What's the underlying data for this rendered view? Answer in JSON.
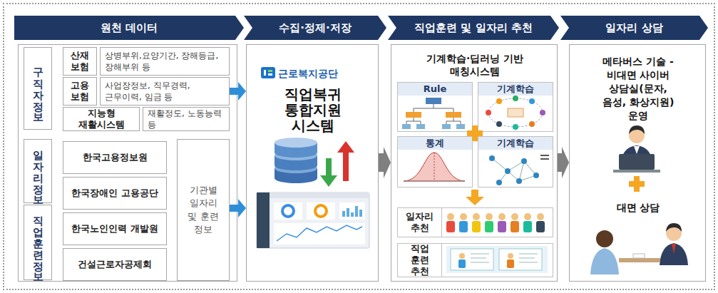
{
  "diagram": {
    "nodes": [
      {
        "text": [
          "원천 데이터"
        ]
      },
      {
        "text": [
          "수집·정제·저장"
        ]
      },
      {
        "text": [
          "직업훈련 및 일자리 추천"
        ]
      },
      {
        "text": [
          "일자리 상담"
        ]
      },
      {
        "text": [
          "구직자정보"
        ]
      },
      {
        "text": [
          "산재 보험"
        ]
      },
      {
        "text": [
          "상병부위,요양기간, 장해등급,장해부위 등"
        ]
      },
      {
        "text": [
          "고용 보험"
        ]
      },
      {
        "text": [
          "사업장정보, 직무경력, 근무이력, 임금 등"
        ]
      },
      {
        "text": [
          "지능형 재활시스템"
        ]
      },
      {
        "text": [
          "재활정도, 노동능력 등"
        ]
      },
      {
        "text": [
          "일자리정보"
        ]
      },
      {
        "text": [
          "직업훈련정보"
        ]
      },
      {
        "text": [
          "한국고용정보원"
        ]
      },
      {
        "text": [
          "한국장애인 고용공단"
        ]
      },
      {
        "text": [
          "한국노인인력 개발원"
        ]
      },
      {
        "text": [
          "건설근로자공제회"
        ]
      },
      {
        "text": [
          "기관별 일자리 및 훈련 정보"
        ]
      },
      {
        "text": [
          "근로복지공단",
          "직업복귀 통합지원 시스템"
        ]
      },
      {
        "text": [
          "기계학습·딥러닝 기반 매칭시스템"
        ]
      },
      {
        "text": [
          "Rule"
        ],
        "in": 19
      },
      {
        "text": [
          "기계학습"
        ],
        "in": 19
      },
      {
        "text": [
          "통계"
        ],
        "in": 19
      },
      {
        "text": [
          "기계학습"
        ],
        "in": 19
      },
      {
        "text": [
          "일자리 추천"
        ],
        "in": 19
      },
      {
        "text": [
          "직업 훈련 추천"
        ],
        "in": 19
      },
      {
        "text": [
          "메타버스 기술 - 비대면 사이버 상담실(문자, 음성, 화상지원) 운영",
          "대면 상담"
        ]
      }
    ],
    "edges": [
      {
        "from": 8,
        "to": 18,
        "arrow": "to"
      },
      {
        "from": 17,
        "to": 18,
        "arrow": "to"
      },
      {
        "from": 18,
        "to": 19,
        "arrow": "to"
      },
      {
        "from": 19,
        "to": 26,
        "arrow": "to"
      }
    ]
  }
}
